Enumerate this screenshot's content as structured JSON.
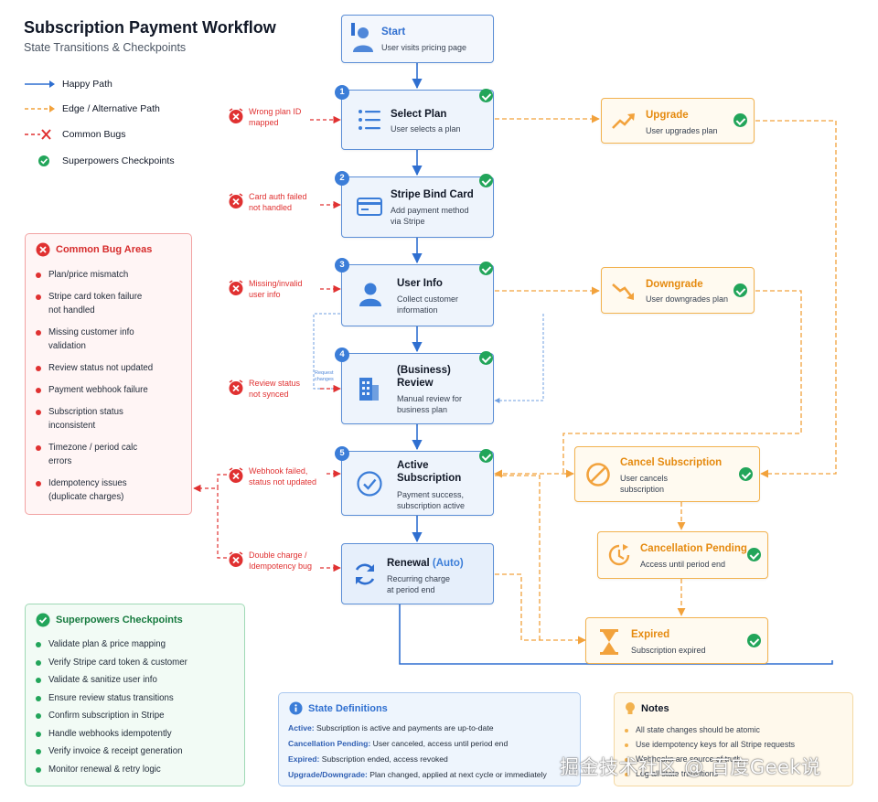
{
  "header": {
    "title": "Subscription Payment Workflow",
    "subtitle": "State Transitions & Checkpoints"
  },
  "legend": {
    "happy": "Happy Path",
    "edge": "Edge / Alternative Path",
    "bugs": "Common Bugs",
    "checkpoints": "Superpowers Checkpoints"
  },
  "colors": {
    "happy": "#2f6fd0",
    "edge": "#f2a23c",
    "bug": "#e03131",
    "check": "#22a55a",
    "dotted_blue": "#6f9fe0"
  },
  "nodes": {
    "start": {
      "title": "Start",
      "desc": "User visits pricing page",
      "icon": "user-icon"
    },
    "select_plan": {
      "num": "1",
      "title": "Select Plan",
      "desc": "User selects a plan",
      "icon": "list-icon"
    },
    "stripe_bind": {
      "num": "2",
      "title": "Stripe Bind Card",
      "desc1": "Add payment method",
      "desc2": "via Stripe",
      "icon": "card-icon"
    },
    "user_info": {
      "num": "3",
      "title": "User Info",
      "desc1": "Collect customer",
      "desc2": "information",
      "icon": "person-icon"
    },
    "review": {
      "num": "4",
      "title1": "(Business)",
      "title2": "Review",
      "desc1": "Manual review for",
      "desc2": "business plan",
      "side_label1": "Request",
      "side_label2": "changes",
      "icon": "building-icon"
    },
    "active": {
      "num": "5",
      "title1": "Active",
      "title2": "Subscription",
      "desc1": "Payment success,",
      "desc2": "subscription active",
      "icon": "check-circle-icon"
    },
    "renewal": {
      "title": "Renewal",
      "title_auto": "(Auto)",
      "desc1": "Recurring charge",
      "desc2": "at period end",
      "icon": "refresh-icon"
    },
    "upgrade": {
      "title": "Upgrade",
      "desc": "User upgrades plan",
      "icon": "trend-up-icon"
    },
    "downgrade": {
      "title": "Downgrade",
      "desc": "User downgrades plan",
      "icon": "trend-down-icon"
    },
    "cancel": {
      "title": "Cancel Subscription",
      "desc1": "User cancels",
      "desc2": "subscription",
      "icon": "ban-icon"
    },
    "cancel_pending": {
      "title": "Cancellation Pending",
      "desc": "Access until period end",
      "icon": "clock-icon"
    },
    "expired": {
      "title": "Expired",
      "desc": "Subscription expired",
      "icon": "hourglass-icon"
    }
  },
  "bugs": [
    {
      "l1": "Wrong plan ID",
      "l2": "mapped"
    },
    {
      "l1": "Card auth failed",
      "l2": "not handled"
    },
    {
      "l1": "Missing/invalid",
      "l2": "user info"
    },
    {
      "l1": "Review status",
      "l2": "not synced"
    },
    {
      "l1": "Webhook failed,",
      "l2": "status not updated"
    },
    {
      "l1": "Double charge /",
      "l2": "Idempotency bug"
    }
  ],
  "bug_panel": {
    "title": "Common Bug Areas",
    "items": [
      {
        "l1": "Plan/price mismatch",
        "l2": ""
      },
      {
        "l1": "Stripe card token failure",
        "l2": "not handled"
      },
      {
        "l1": "Missing customer info",
        "l2": "validation"
      },
      {
        "l1": "Review status not updated",
        "l2": ""
      },
      {
        "l1": "Payment webhook failure",
        "l2": ""
      },
      {
        "l1": "Subscription status",
        "l2": "inconsistent"
      },
      {
        "l1": "Timezone / period calc",
        "l2": "errors"
      },
      {
        "l1": "Idempotency issues",
        "l2": "(duplicate charges)"
      }
    ]
  },
  "checkpoints_panel": {
    "title": "Superpowers Checkpoints",
    "items": [
      "Validate plan & price mapping",
      "Verify Stripe card token & customer",
      "Validate & sanitize user info",
      "Ensure review status transitions",
      "Confirm subscription in Stripe",
      "Handle webhooks idempotently",
      "Verify invoice & receipt generation",
      "Monitor renewal & retry logic"
    ]
  },
  "definitions": {
    "title": "State Definitions",
    "rows": [
      {
        "term": "Active:",
        "text": " Subscription is active and payments are up-to-date"
      },
      {
        "term": "Cancellation Pending:",
        "text": " User canceled, access until period end"
      },
      {
        "term": "Expired:",
        "text": " Subscription ended, access revoked"
      },
      {
        "term": "Upgrade/Downgrade:",
        "text": " Plan changed, applied at next cycle or immediately"
      }
    ]
  },
  "notes": {
    "title": "Notes",
    "items": [
      "All state changes should be atomic",
      "Use idempotency keys for all Stripe requests",
      "Webhooks are source of truth",
      "Log all state transitions"
    ]
  },
  "watermark": "掘金技术社区 @ 百度Geek说"
}
